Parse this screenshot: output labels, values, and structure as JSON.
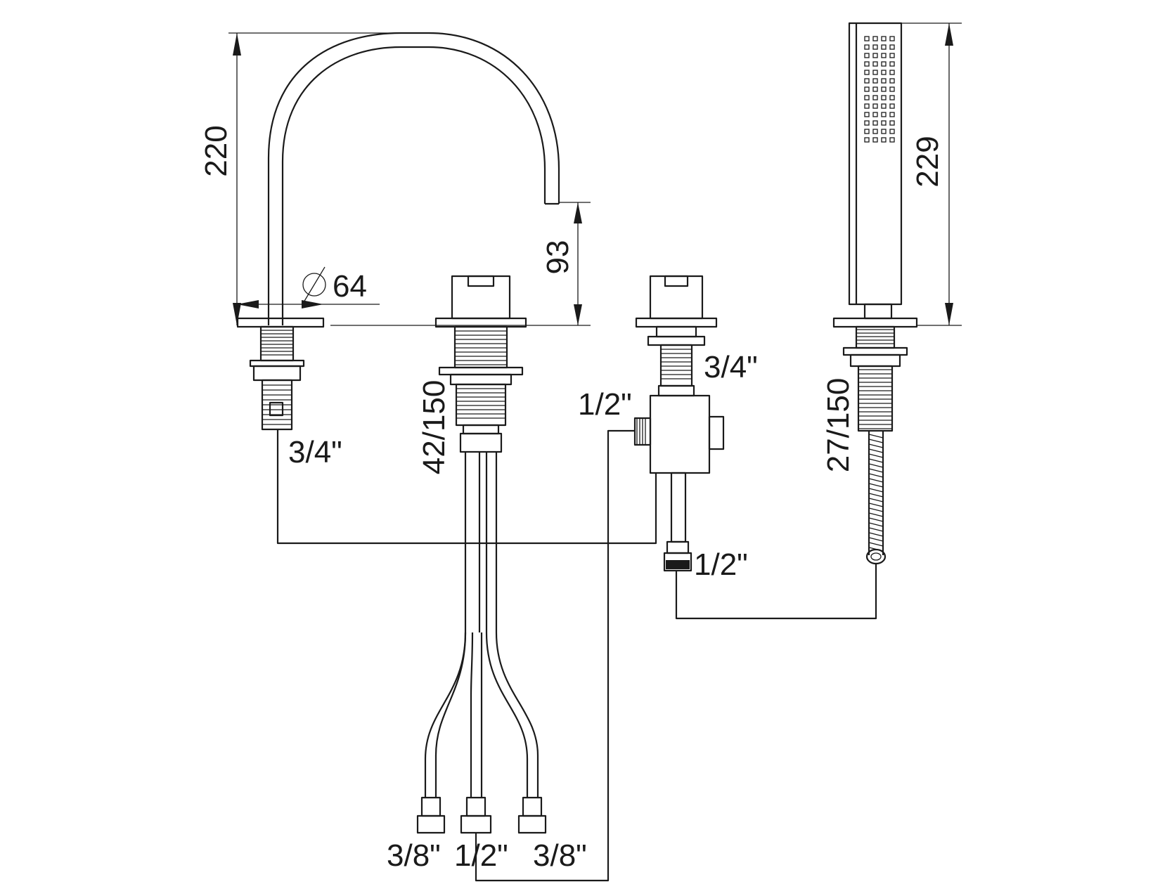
{
  "drawing": {
    "dimensions": {
      "spout_height": "220",
      "spout_outlet_height": "93",
      "spout_base_diameter": "64",
      "handshower_length": "229",
      "mixer_shank_length": "42/150",
      "handshower_shank_length": "27/150"
    },
    "connections": {
      "spout_thread": "3/4\"",
      "diverter_shank_thread": "3/4\"",
      "diverter_inlet": "1/2\"",
      "diverter_outlet": "1/2\"",
      "hose_left": "3/8\"",
      "hose_center": "1/2\"",
      "hose_right": "3/8\""
    }
  }
}
